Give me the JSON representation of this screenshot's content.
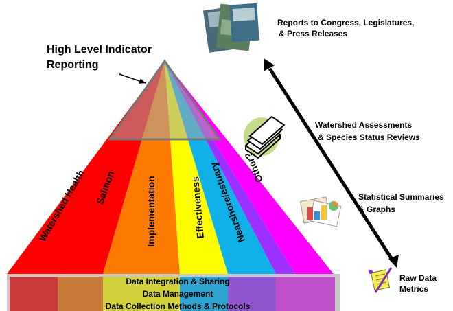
{
  "top_label": {
    "line1": "High Level Indicator",
    "line2": "Reporting"
  },
  "right_labels": {
    "reports": {
      "line1": "Reports to Congress, Legislatures,",
      "line2": "&  Press Releases"
    },
    "watershed": {
      "line1": "Watershed Assessments",
      "line2": "& Species Status Reviews"
    },
    "statistical": {
      "line1": "Statistical Summaries",
      "line2": "& Graphs"
    },
    "raw": {
      "line1": "Raw Data",
      "line2": "Metrics"
    }
  },
  "wedges": [
    {
      "label": "Watershed Health",
      "color": "#ff0000"
    },
    {
      "label": "Salmon",
      "color": "#ff7a00"
    },
    {
      "label": "Implementation",
      "color": "#ffff00"
    },
    {
      "label": "Effectiveness",
      "color": "#0fb1e8"
    },
    {
      "label": "Nearshore/estuary",
      "color": "#9b30ff"
    },
    {
      "label": "Other?",
      "color": "#ff00ff"
    }
  ],
  "base_rows": [
    "Data Integration & Sharing",
    "Data Management",
    "Data Collection Methods & Protocols"
  ],
  "icons": [
    "report-covers-icon",
    "document-stack-icon",
    "chart-papers-icon",
    "notepad-pen-icon"
  ]
}
